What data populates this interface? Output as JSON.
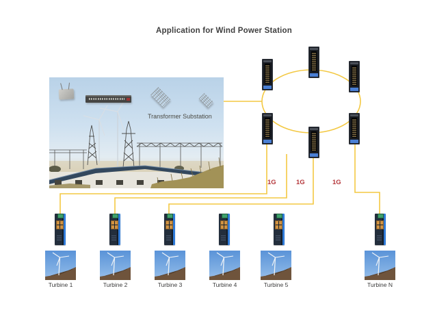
{
  "title": "Application for Wind Power Station",
  "substation": {
    "label": "Transformer Substation",
    "devices": [
      {
        "name": "wireless-access-point"
      },
      {
        "name": "rackmount-switch"
      },
      {
        "name": "managed-switch-top-view"
      },
      {
        "name": "compact-switch-top-view"
      }
    ]
  },
  "ring": {
    "topology": "ring",
    "switch_count": 6,
    "link_labels": [
      "1G",
      "1G",
      "1G"
    ]
  },
  "turbines": [
    {
      "label": "Turbine 1"
    },
    {
      "label": "Turbine 2"
    },
    {
      "label": "Turbine 3"
    },
    {
      "label": "Turbine 4"
    },
    {
      "label": "Turbine 5"
    },
    {
      "label": "Turbine N"
    }
  ],
  "colors": {
    "accent_line": "#F3C842",
    "link_speed_text": "#B5373B",
    "ring_switch_blue": "#4A7FD4",
    "din_switch_blue": "#2F7BD9",
    "din_port_orange": "#CF9242",
    "din_connector_green": "#3FA06C"
  }
}
